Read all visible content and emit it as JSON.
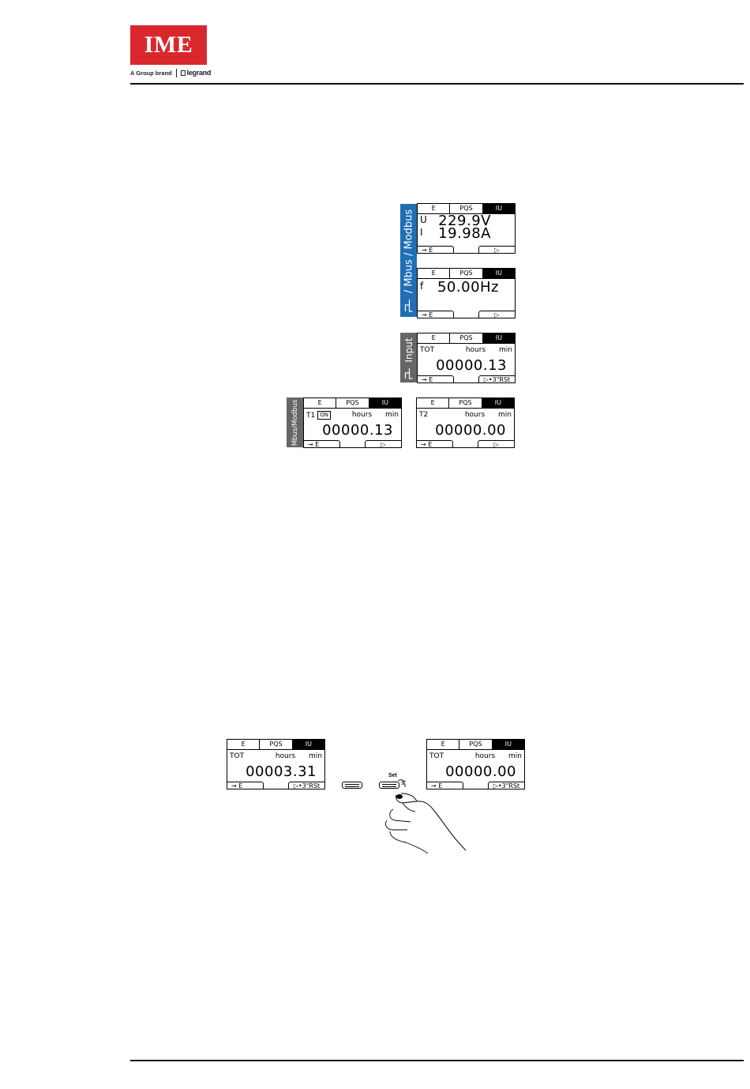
{
  "header": {
    "logo": "IME",
    "brand_prefix": "A Group brand",
    "brand_name": "legrand"
  },
  "tabs": [
    "E",
    "PQS",
    "IU"
  ],
  "side_tags": {
    "mbus_modbus_blue": "/ Mbus / Modbus",
    "input": "Input",
    "mbus_modbus_grey": "Mbus/Modbus"
  },
  "screens": {
    "voltage_current": {
      "row1_label": "U",
      "row1_value": "229.9V",
      "row2_label": "I",
      "row2_value": "19.98A",
      "left_button": "→  E",
      "right_button": "▷"
    },
    "frequency": {
      "label": "f",
      "value": "50.00Hz",
      "left_button": "→  E",
      "right_button": "▷"
    },
    "tot_counter": {
      "name": "TOT",
      "hours": "hours",
      "min": "min",
      "value": "00000.13",
      "left_button": "→  E",
      "right_button": "▷•3\"RSt"
    },
    "t1_counter": {
      "name": "T1",
      "status": "ON",
      "hours": "hours",
      "min": "min",
      "value": "00000.13",
      "left_button": "→  E",
      "right_button": "▷"
    },
    "t2_counter": {
      "name": "T2",
      "hours": "hours",
      "min": "min",
      "value": "00000.00",
      "left_button": "→  E",
      "right_button": "▷"
    },
    "reset_before": {
      "name": "TOT",
      "hours": "hours",
      "min": "min",
      "value": "00003.31",
      "left_button": "→  E",
      "right_button": "▷•3\"RSt"
    },
    "reset_after": {
      "name": "TOT",
      "hours": "hours",
      "min": "min",
      "value": "00000.00",
      "left_button": "→  E",
      "right_button": "▷•3\"RSt"
    }
  },
  "reset_illustration": {
    "key_label": "Set",
    "hold_time": "3\""
  },
  "colors": {
    "brand_red": "#d8282d",
    "tag_blue": "#1f6fb5",
    "tag_grey": "#666666"
  }
}
